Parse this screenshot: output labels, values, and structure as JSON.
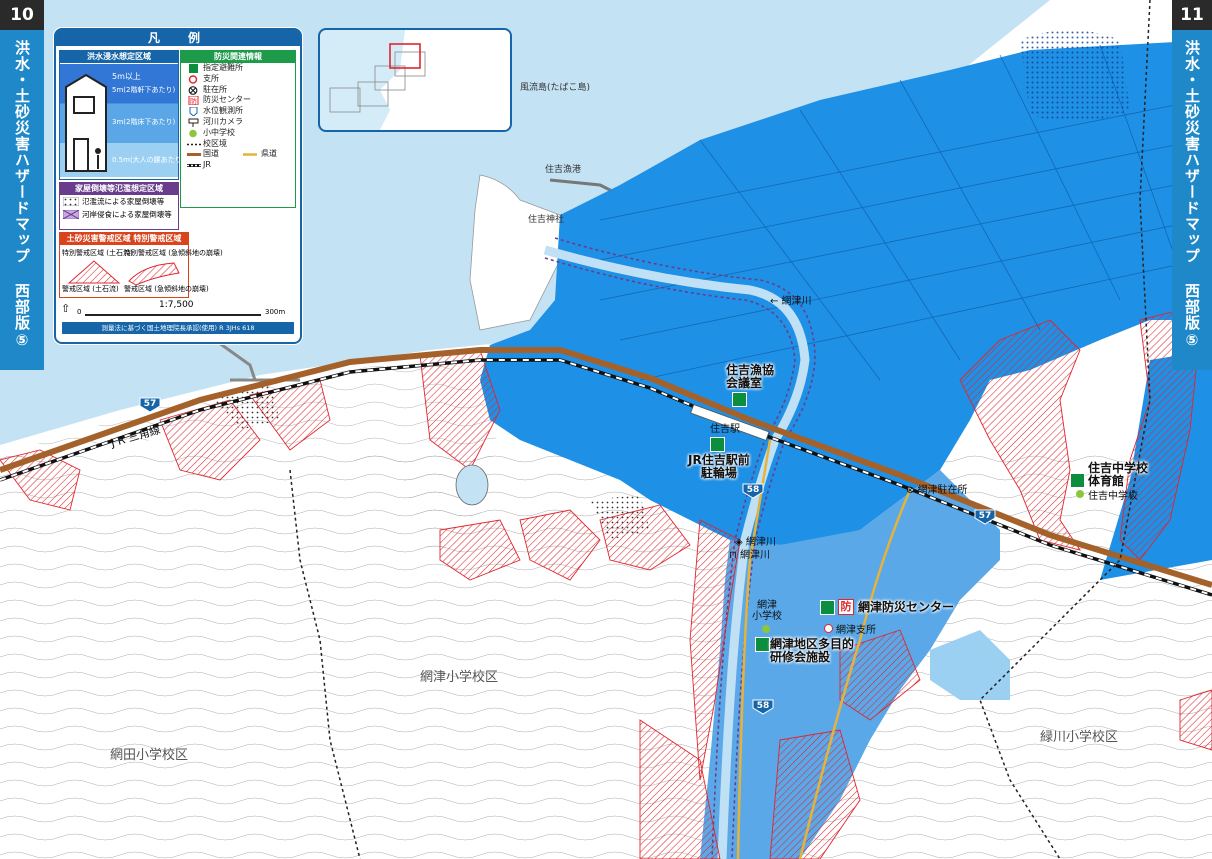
{
  "pages": {
    "left_number": "10",
    "right_number": "11",
    "side_title": "洪水・土砂災害ハザードマップ 西部版⑤"
  },
  "legend": {
    "title": "凡　例",
    "flood_section": {
      "title": "洪水浸水想定区域",
      "levels": [
        {
          "label": "5m以上",
          "color": "#3377d6"
        },
        {
          "label": "5m(2階軒下あたり)",
          "color": "#3377d6"
        },
        {
          "label": "3m(2階床下あたり)",
          "color": "#5aa6e6"
        },
        {
          "label": "0.5m(大人の腰あたり)",
          "color": "#9bd0f2"
        }
      ]
    },
    "disaster_section": {
      "title": "防災関連情報",
      "items": [
        {
          "label": "指定避難所",
          "icon": "shelter-square-icon"
        },
        {
          "label": "支所",
          "icon": "branch-circle-icon"
        },
        {
          "label": "駐在所",
          "icon": "police-box-icon"
        },
        {
          "label": "防災センター",
          "icon": "disaster-center-icon"
        },
        {
          "label": "水位観測所",
          "icon": "water-level-station-icon"
        },
        {
          "label": "河川カメラ",
          "icon": "river-camera-icon"
        },
        {
          "label": "小中学校",
          "icon": "school-dot-icon"
        },
        {
          "label": "校区境",
          "icon": "school-boundary-line-icon"
        },
        {
          "label": "国道",
          "icon": "national-road-icon"
        },
        {
          "label": "県道",
          "icon": "prefectural-road-icon"
        },
        {
          "label": "JR",
          "icon": "jr-line-icon"
        }
      ]
    },
    "house_section": {
      "title": "家屋倒壊等氾濫想定区域",
      "items": [
        "氾濫流による家屋倒壊等",
        "河岸侵食による家屋倒壊等"
      ]
    },
    "landslide_section": {
      "title": "土砂災害警戒区域 特別警戒区域",
      "items": [
        "特別警戒区域 (土石流)",
        "特別警戒区域 (急傾斜地の崩壊)",
        "警戒区域 (土石流)",
        "警戒区域 (急傾斜地の崩壊)"
      ]
    },
    "scale": {
      "ratio": "1:7,500",
      "start": "0",
      "end": "300m"
    },
    "note": "測量法に基づく国土地理院長承認(使用) R 3JHs 618"
  },
  "inset": {
    "island_label": "風流島(たばこ島)"
  },
  "map": {
    "labels": {
      "port": "住吉漁港",
      "shrine": "住吉神社",
      "river": "← 網津川",
      "shelter1": "住吉漁協\n会議室",
      "station": "住吉駅",
      "shelter2": "JR住吉駅前\n駐輪場",
      "police": "網津駐在所",
      "water_station": "網津川",
      "camera": "網津川",
      "shelter3": "住吉中学校\n体育館",
      "school3": "住吉中学校",
      "school1": "網津\n小学校",
      "shelter4": "網津地区多目的\n研修会施設",
      "center": "網津防災センター",
      "branch": "網津支所",
      "rail": "J R 三角線",
      "island": "風流島(たばこ島)",
      "district1": "網津小学校区",
      "district2": "網田小学校区",
      "district3": "緑川小学校区"
    },
    "road_badges": [
      "57",
      "58",
      "57",
      "58"
    ]
  },
  "colors": {
    "sea": "#c3e2f4",
    "flood_deep": "#1e90e6",
    "flood_shallow": "#5aa8e8",
    "road": "#a5612a",
    "accent": "#1565a8",
    "shelter": "#0c8e3f",
    "landslide": "#e0262e"
  }
}
